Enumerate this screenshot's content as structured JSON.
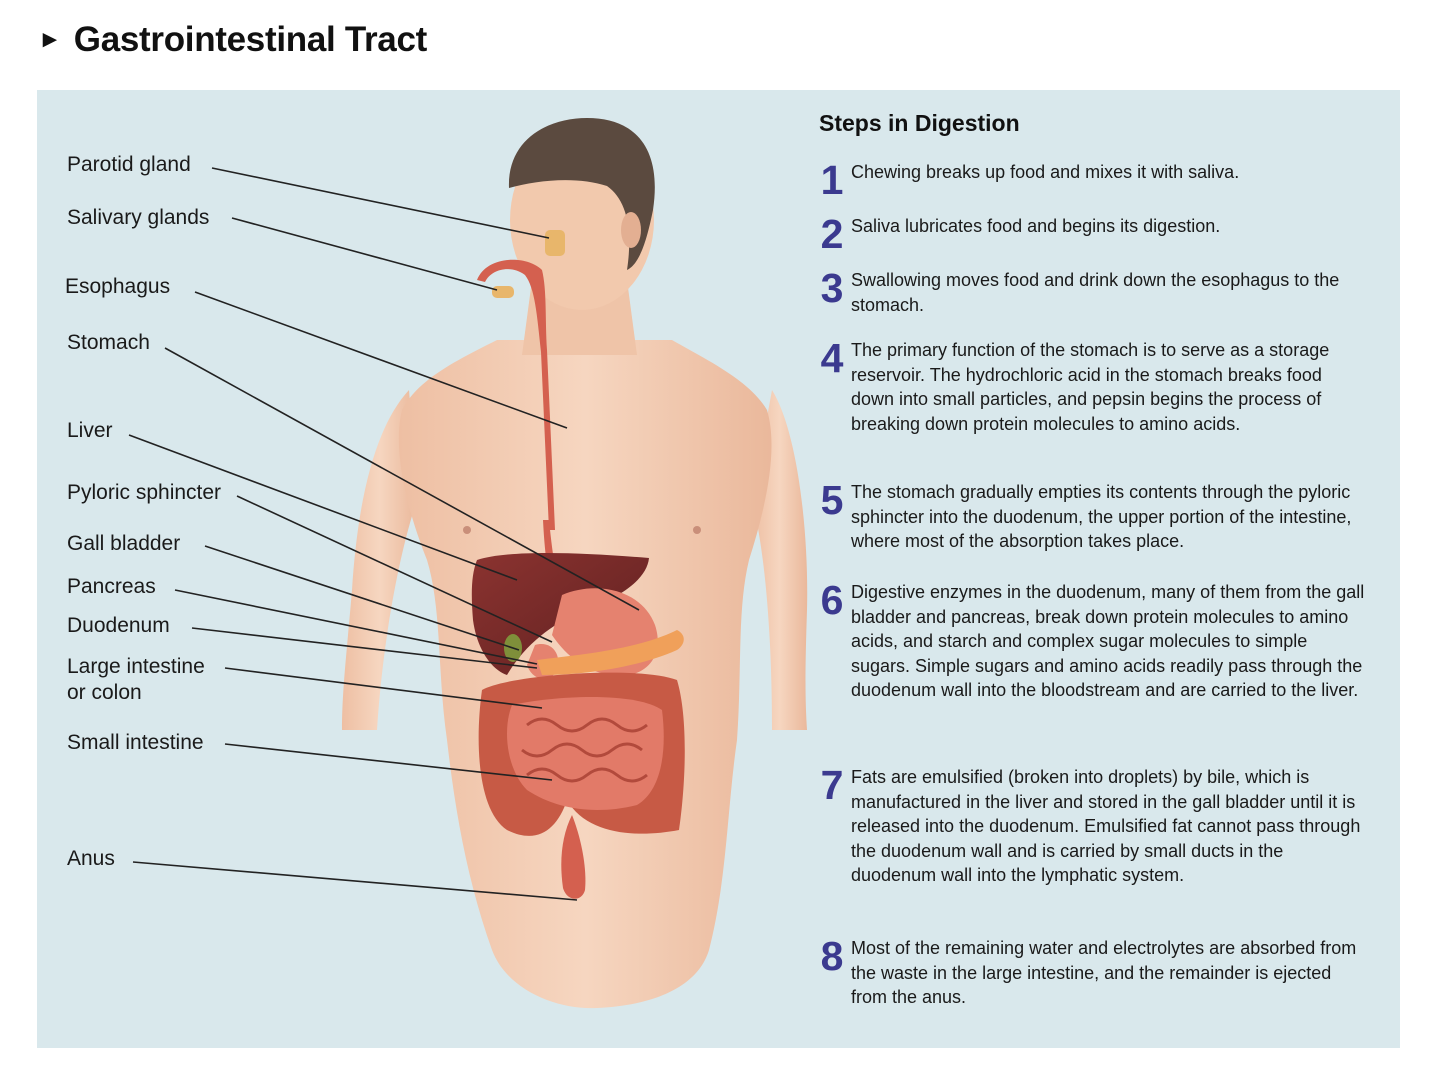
{
  "header": {
    "arrow_icon": "triangle-right-icon",
    "title": "Gastrointestinal Tract"
  },
  "colors": {
    "panel_bg": "#d9e8ec",
    "step_number": "#3b3a8f",
    "skin": "#f3cdb4",
    "organ": "#d9655a",
    "liver": "#7a2c2a"
  },
  "labels": [
    "Parotid gland",
    "Salivary glands",
    "Esophagus",
    "Stomach",
    "Liver",
    "Pyloric sphincter",
    "Gall bladder",
    "Pancreas",
    "Duodenum",
    "Large intestine",
    "or colon",
    "Small intestine",
    "Anus"
  ],
  "steps_heading": "Steps in Digestion",
  "steps": [
    {
      "number": "1",
      "text": "Chewing breaks up food and mixes it with saliva."
    },
    {
      "number": "2",
      "text": "Saliva lubricates food and begins its digestion."
    },
    {
      "number": "3",
      "text": "Swallowing moves food and drink down the esophagus to the stomach."
    },
    {
      "number": "4",
      "text": "The primary function of the stomach is to serve as a storage reservoir.  The hydrochloric acid in the stomach breaks food down into small particles, and pepsin begins the process of breaking down protein molecules to amino acids."
    },
    {
      "number": "5",
      "text": "The stomach gradually empties its contents through the pyloric sphincter into the duodenum, the upper portion of the intestine, where most of the absorption takes place."
    },
    {
      "number": "6",
      "text": "Digestive enzymes in the duodenum, many of them from the gall bladder and pancreas, break down protein molecules to amino acids, and starch and complex sugar molecules to simple sugars.  Simple sugars and amino acids readily pass through the duodenum wall into the bloodstream and are carried to the liver."
    },
    {
      "number": "7",
      "text": "Fats are emulsified (broken into droplets) by bile, which is manufactured in the liver and stored in the gall bladder until it is released into the duodenum.  Emulsified fat cannot pass through the duodenum wall and is carried by small ducts in the duodenum wall into the lymphatic system."
    },
    {
      "number": "8",
      "text": "Most of the remaining water and electrolytes are absorbed from the waste in the large intestine, and the remainder is ejected from the anus."
    }
  ]
}
